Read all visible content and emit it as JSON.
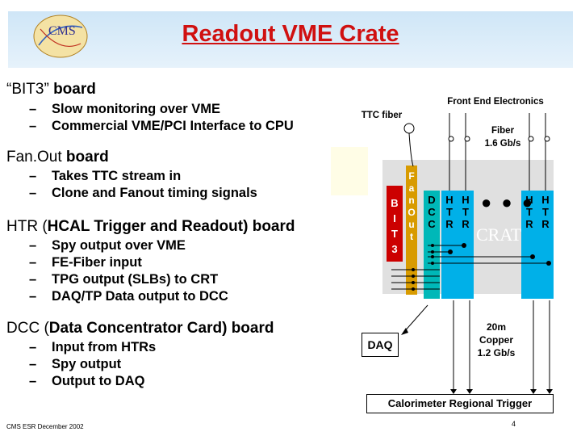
{
  "title": "Readout VME Crate",
  "logo_text": "CMS",
  "sections": [
    {
      "title_prefix": "“BIT3” ",
      "title_bold": "board",
      "items": [
        "Slow monitoring over VME",
        "Commercial VME/PCI Interface to CPU"
      ]
    },
    {
      "title_prefix": "Fan.Out ",
      "title_bold": "board",
      "items": [
        "Takes TTC stream in",
        "Clone and Fanout timing signals"
      ]
    },
    {
      "title_prefix": "HTR (",
      "title_bold": "HCAL Trigger and Readout) board",
      "items": [
        "Spy output over VME",
        "FE-Fiber input",
        "TPG output (SLBs) to CRT",
        "DAQ/TP Data output to DCC"
      ]
    },
    {
      "title_prefix": "DCC (",
      "title_bold": "Data Concentrator Card) board",
      "items": [
        "Input from HTRs",
        "Spy output",
        "Output to DAQ"
      ]
    }
  ],
  "diagram": {
    "front_end": "Front End Electronics",
    "ttc_fiber": "TTC fiber",
    "fiber_rate_1": "Fiber",
    "fiber_rate_2": "1.6 Gb/s",
    "bit3_label": [
      "B",
      "I",
      "T",
      "3"
    ],
    "fanout_label": [
      "F",
      "a",
      "n",
      "O",
      "u",
      "t"
    ],
    "dcc_label": [
      "D",
      "C",
      "C"
    ],
    "htr_label": [
      "H",
      "T",
      "R"
    ],
    "dots": "● ● ●",
    "crate_word": "CRATE",
    "daq": "DAQ",
    "copper_1": "20m",
    "copper_2": "Copper",
    "copper_3": "1.2 Gb/s",
    "regional_trigger": "Calorimeter Regional Trigger"
  },
  "footer": "CMS ESR December 2002",
  "page_number": "4",
  "colors": {
    "title": "#d01010",
    "bit3": "#cc0000",
    "fanout": "#d89b00",
    "dcc": "#00b8b8",
    "htr": "#00b0e8"
  }
}
